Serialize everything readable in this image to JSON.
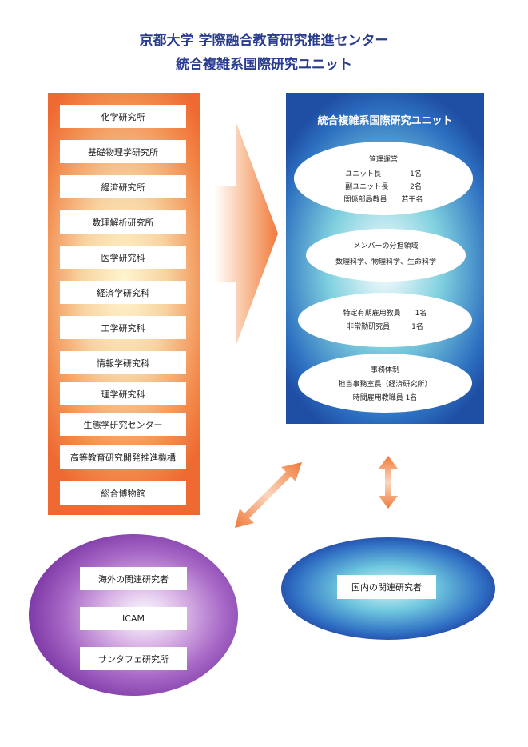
{
  "header": {
    "line1": "京都大学  学際融合教育研究推進センター",
    "line2": "統合複雑系国際研究ユニット"
  },
  "institutions": [
    "化学研究所",
    "基礎物理学研究所",
    "経済研究所",
    "数理解析研究所",
    "医学研究科",
    "経済学研究科",
    "工学研究科",
    "情報学研究科",
    "理学研究科",
    "生態学研究センター",
    "高等教育研究開発推進機構",
    "総合博物館"
  ],
  "unit": {
    "title": "統合複雑系国際研究ユニット",
    "management": {
      "heading": "管理運営",
      "rows": [
        "ユニット長　　　　1名",
        "副ユニット長　　　2名",
        "関係部局教員　　若干名"
      ]
    },
    "members": {
      "heading": "メンバーの分担領域",
      "text": "数理科学、物理科学、生命科学"
    },
    "staff": {
      "rows": [
        "特定有期雇用教員　　1名",
        "非常勤研究員　　　1名"
      ]
    },
    "office": {
      "heading": "事務体制",
      "rows": [
        "担当事務室長（経済研究所）",
        "時間雇用教職員 1名"
      ]
    }
  },
  "overseas": {
    "items": [
      "海外の関連研究者",
      "ICAM",
      "サンタフェ研究所"
    ]
  },
  "domestic": {
    "label": "国内の関連研究者"
  },
  "colors": {
    "title": "#2a3c8f",
    "orange": "#ef6a33",
    "blue": "#1f4ea5",
    "purple": "#7f3aa7"
  }
}
